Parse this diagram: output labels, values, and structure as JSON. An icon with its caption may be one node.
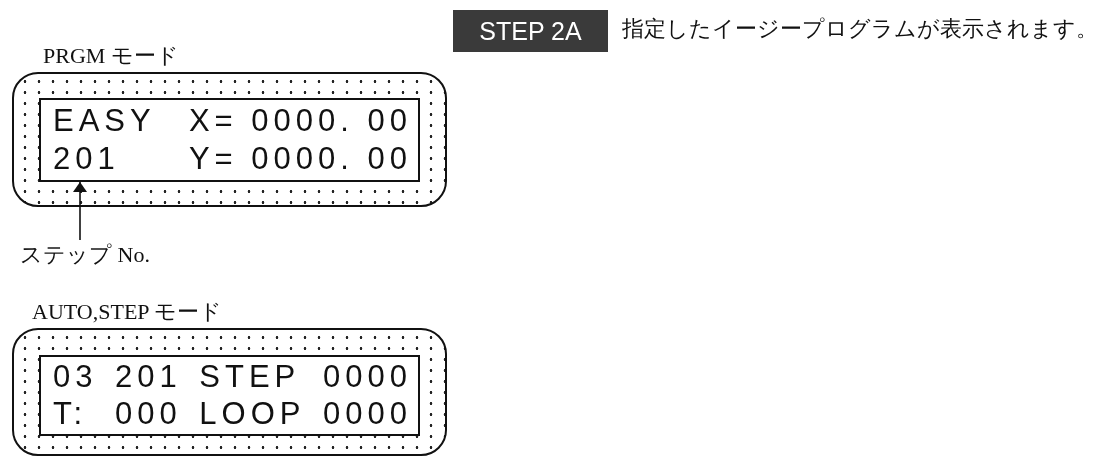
{
  "diagram": {
    "nodes": [
      {
        "text": [
          "STEP 2A"
        ],
        "beside": [
          "指定したイージープログラムが表示されます。"
        ]
      },
      {
        "text": [
          "PRGM モード"
        ]
      },
      {
        "text": [
          "EASY",
          "X= 0000. 00",
          "201",
          "Y= 0000. 00"
        ],
        "in": 1
      },
      {
        "text": [
          "ステップ No."
        ]
      },
      {
        "text": [
          "AUTO,STEP モード"
        ]
      },
      {
        "text": [
          "03",
          "201",
          "STEP",
          "0000",
          "T:",
          "000",
          "LOOP",
          "0000"
        ],
        "in": 4
      }
    ],
    "edges": [
      {
        "from": 3,
        "to": 2,
        "arrow": "to"
      }
    ]
  }
}
